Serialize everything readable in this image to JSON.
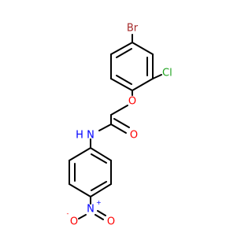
{
  "molecule": {
    "atoms": {
      "br": "Br",
      "cl": "Cl",
      "o_ether": "O",
      "o_carbonyl": "O",
      "nh": "N",
      "nh_h": "H",
      "n_nitro": "N",
      "n_nitro_charge": "+",
      "o_nitro_left": "O",
      "o_nitro_left_charge": "-",
      "o_nitro_right": "O"
    },
    "colors": {
      "bond": "#000000",
      "Br": "#a52a2a",
      "Cl": "#1fa31f",
      "O": "#ff0000",
      "N": "#0000ff"
    }
  }
}
